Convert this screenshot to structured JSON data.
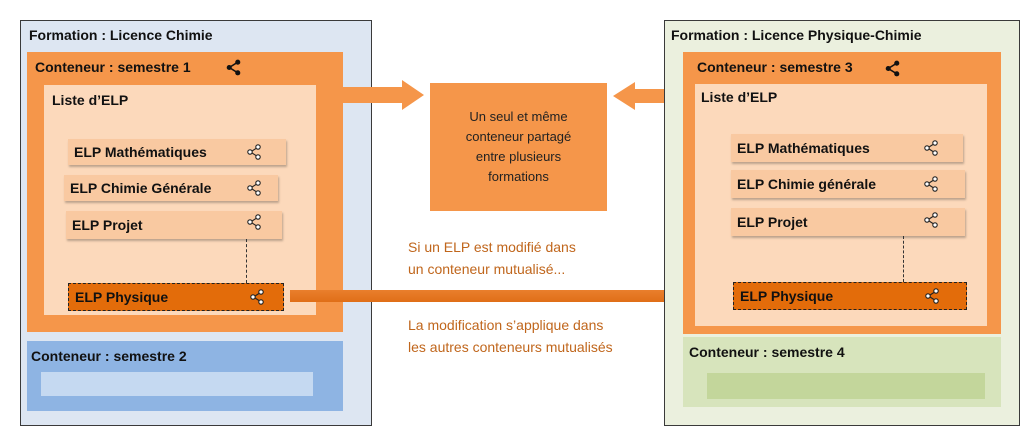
{
  "formations": {
    "left": {
      "title": "Formation : Licence Chimie",
      "container_title": "Conteneur : semestre 1",
      "list_title": "Liste d’ELP",
      "elps": [
        "ELP Mathématiques",
        "ELP Chimie Générale",
        "ELP Projet",
        "ELP Physique"
      ],
      "secondary_container_title": "Conteneur : semestre 2"
    },
    "right": {
      "title": "Formation : Licence Physique-Chimie",
      "container_title": "Conteneur : semestre 3",
      "list_title": "Liste d’ELP",
      "elps": [
        "ELP Mathématiques",
        "ELP Chimie générale",
        "ELP Projet",
        "ELP Physique"
      ],
      "secondary_container_title": "Conteneur : semestre 4"
    }
  },
  "center_box": {
    "lines": [
      "Un seul et même",
      "conteneur partagé",
      "entre plusieurs",
      "formations"
    ]
  },
  "notes": {
    "modified": [
      "Si un ELP est modifié dans",
      "un conteneur mutualisé..."
    ],
    "applies": [
      "La modification s’applique dans",
      "les autres conteneurs mutualisés"
    ]
  },
  "icons": {
    "share": "share-icon"
  },
  "colors": {
    "orange_container": "#f5964a",
    "orange_dark": "#e36c0a",
    "peach": "#fcd9bb",
    "note_text": "#c0661c",
    "blue_bg": "#dde6f2",
    "green_bg": "#ebf0de"
  }
}
